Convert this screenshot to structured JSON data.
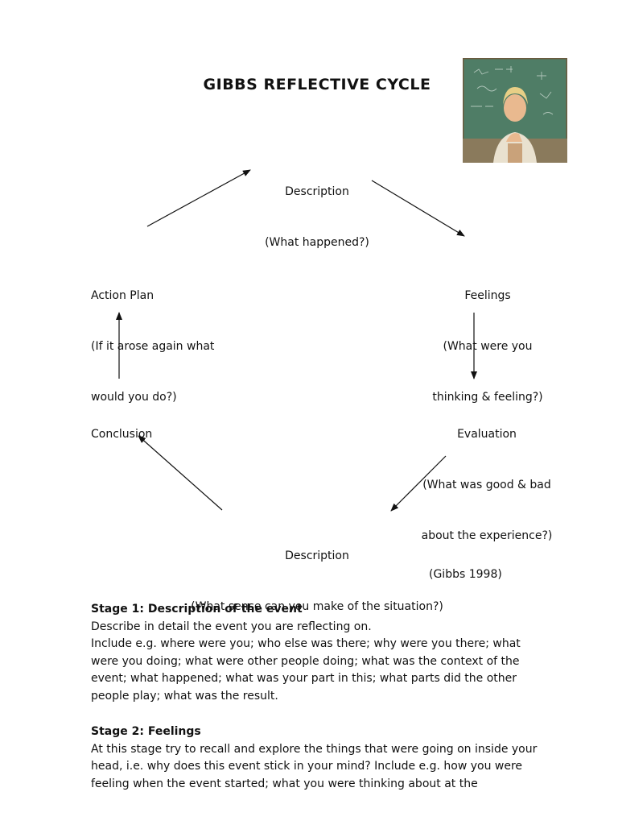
{
  "title": "GIBBS REFLECTIVE CYCLE",
  "cycle": {
    "top": {
      "line1": "Description",
      "line2": "(What happened?)"
    },
    "feelings": {
      "line1": "Feelings",
      "line2": "(What were you",
      "line3": "thinking & feeling?)"
    },
    "evaluation": {
      "line1": "Evaluation",
      "line2": "(What was good & bad",
      "line3": "about the experience?)"
    },
    "analysis": {
      "line1": "Description",
      "line2": "(What sense can you make of the situation?)"
    },
    "conclusion": {
      "line1": "Conclusion"
    },
    "action": {
      "line1": "Action Plan",
      "line2": "(If it arose again what",
      "line3": "would you do?)"
    }
  },
  "citation": "(Gibbs 1998)",
  "photo": {
    "icon": "teacher-photo-icon",
    "board_color": "#4f7d66",
    "frame_color": "#6b5a3e"
  },
  "stage1": {
    "heading": "Stage 1: Description of the event",
    "p1": "Describe in detail the event you are reflecting on.",
    "p2": "Include e.g. where were you; who else was there; why were you there; what were you doing; what were other people doing; what was the context of the event; what happened; what was your part in this; what parts did the other people play; what was the result."
  },
  "stage2": {
    "heading": "Stage 2: Feelings",
    "p1": "At this stage try to recall and explore the things that were going on inside your head, i.e. why does this event stick in your mind? Include e.g. how you were feeling when the event started; what you were thinking about at the"
  }
}
